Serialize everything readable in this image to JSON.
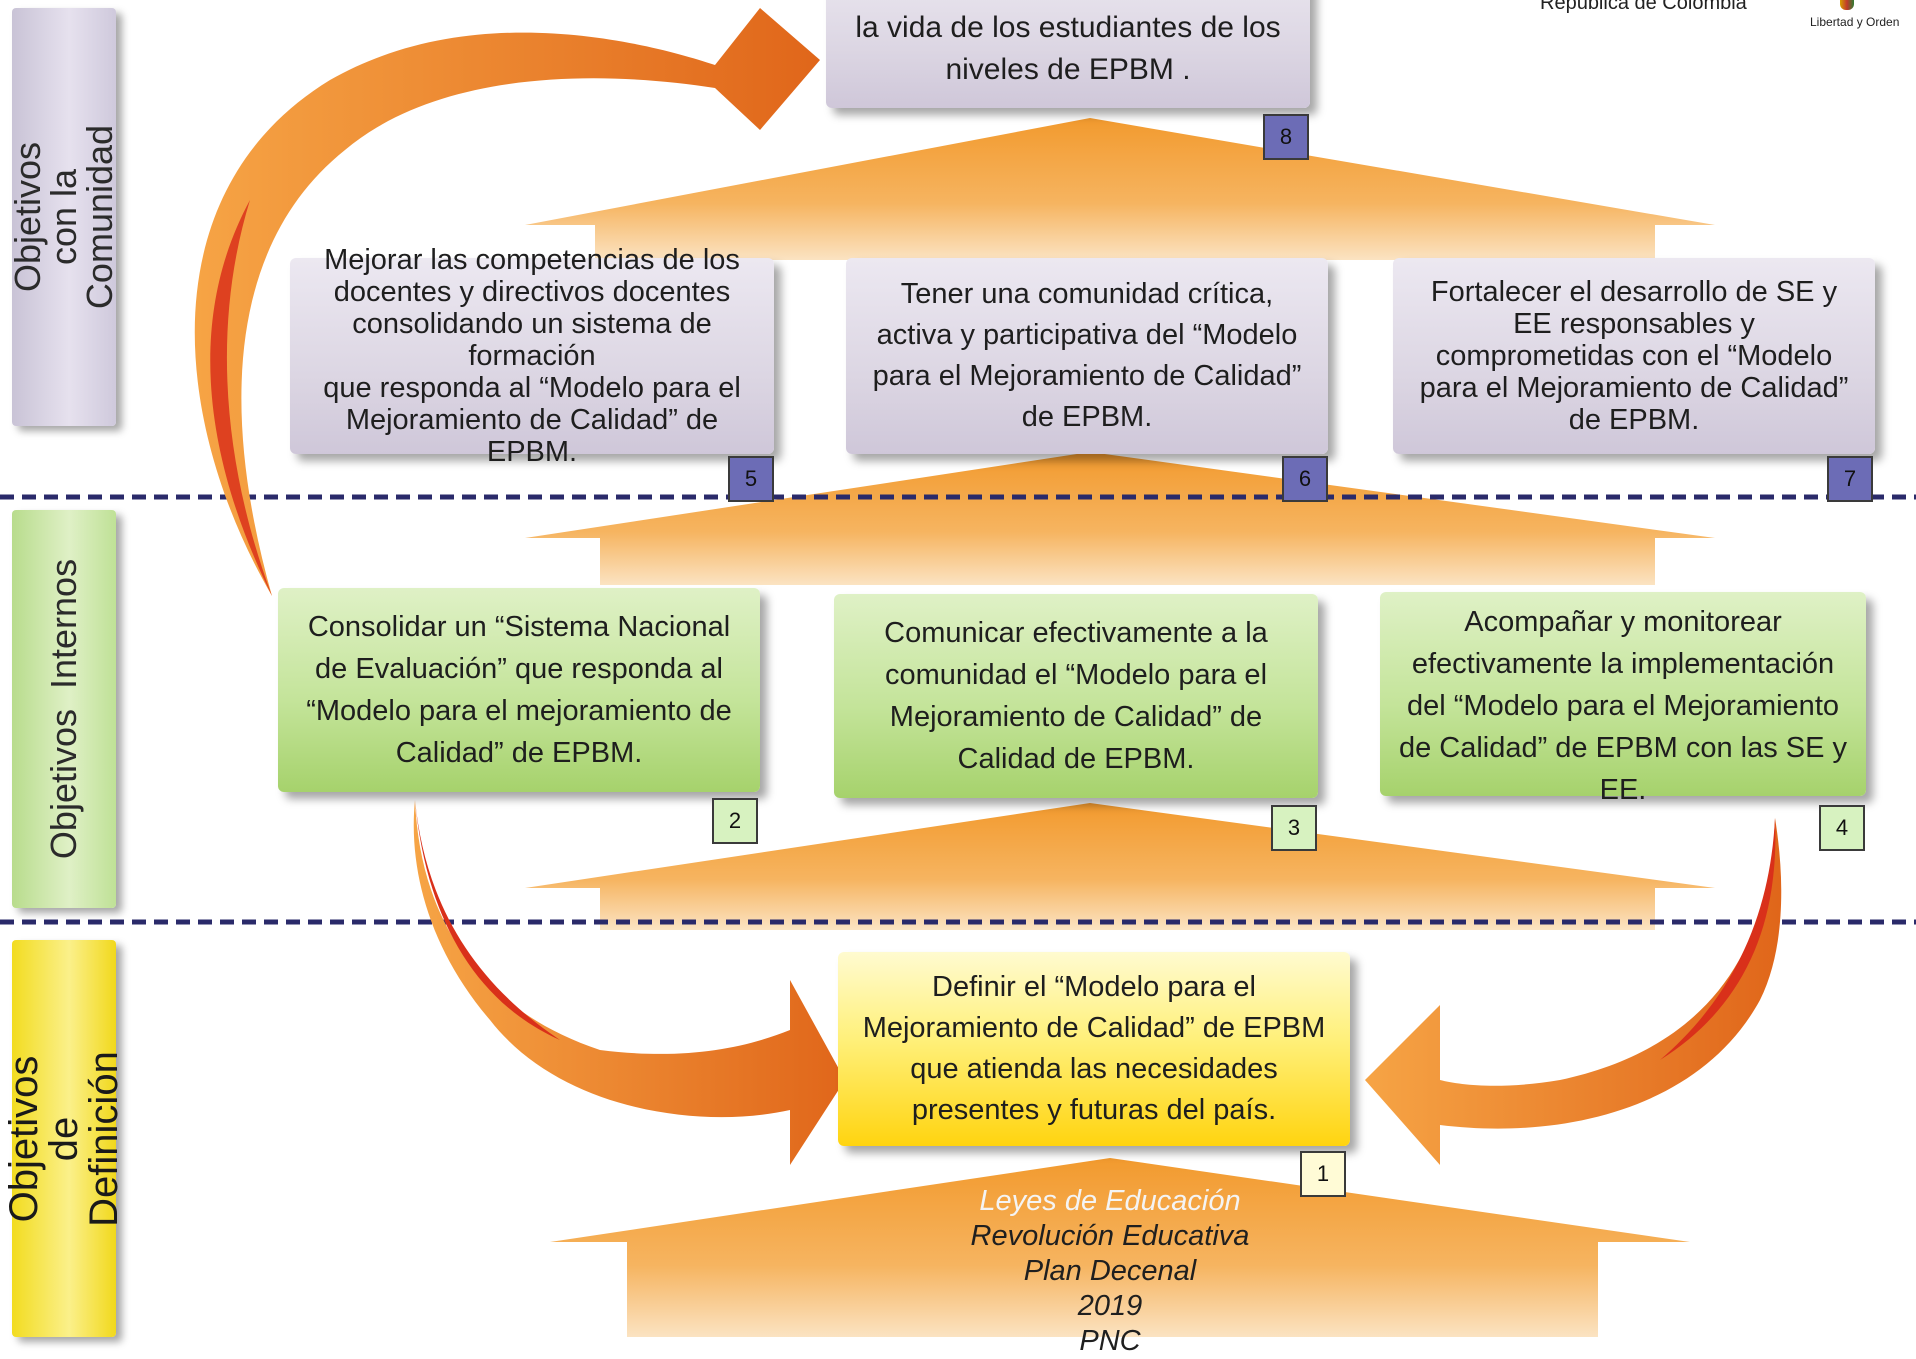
{
  "header": {
    "country": "República de Colombia",
    "motto": "Libertad y Orden"
  },
  "bands": {
    "comunidad": "Objetivos con la\nComunidad",
    "internos": "Objetivos  Internos",
    "definicion": "Objetivos de\nDefinición"
  },
  "objectives": {
    "o1": {
      "number": "1",
      "text": "Definir  el “Modelo para el\nMejoramiento de Calidad” de EPBM\nque atienda las necesidades\npresentes y futuras del país."
    },
    "o2": {
      "number": "2",
      "text": "Consolidar  un “Sistema Nacional\nde Evaluación” que responda al\n“Modelo para el mejoramiento de\nCalidad” de EPBM."
    },
    "o3": {
      "number": "3",
      "text": "Comunicar efectivamente a la\ncomunidad el “Modelo para el\nMejoramiento de Calidad” de\nCalidad de EPBM."
    },
    "o4": {
      "number": "4",
      "text": "Acompañar y monitorear\nefectivamente la implementación\ndel “Modelo para el Mejoramiento\nde Calidad” de EPBM con las SE y\nEE."
    },
    "o5": {
      "number": "5",
      "text": "Mejorar las competencias  de los\ndocentes y directivos docentes\nconsolidando un sistema de formación\nque responda al “Modelo para el\nMejoramiento de Calidad” de EPBM."
    },
    "o6": {
      "number": "6",
      "text": "Tener una comunidad crítica,\nactiva y participativa del “Modelo\npara el Mejoramiento de Calidad”\nde EPBM."
    },
    "o7": {
      "number": "7",
      "text": "Fortalecer  el desarrollo de SE y\nEE responsables y\ncomprometidas con el “Modelo\npara el Mejoramiento de Calidad”\nde EPBM."
    },
    "o8": {
      "number": "8",
      "text": "la vida de los estudiantes de los\nniveles de EPBM ."
    }
  },
  "foundations": [
    "Leyes de Educación",
    "Revolución Educativa",
    "Plan Decenal",
    "2019",
    "PNC"
  ],
  "colors": {
    "arrow_orange": "#f08a1c",
    "arrow_red": "#d9301a",
    "divider": "#2a2a6a",
    "purple_box": "#dcd6e3",
    "green_box": "#c4e49a",
    "yellow_box": "#fff07a"
  }
}
